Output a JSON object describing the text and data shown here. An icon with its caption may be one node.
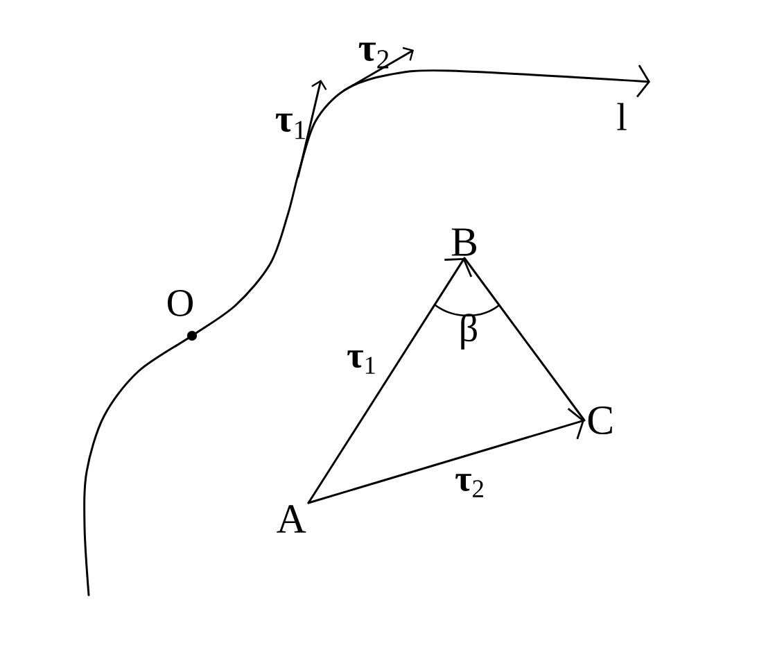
{
  "diagram": {
    "nodes": [
      {
        "text": [
          "A"
        ]
      },
      {
        "text": [
          "B"
        ]
      },
      {
        "text": [
          "C"
        ]
      }
    ],
    "edges": [
      {
        "from": 0,
        "to": 1,
        "arrow": "to",
        "label": "**τ**$_{1}$"
      },
      {
        "from": 0,
        "to": 2,
        "arrow": "to",
        "label": "**τ**$_{2}$"
      },
      {
        "from": 1,
        "to": 2,
        "arrow": "none"
      }
    ],
    "labels": [
      "**τ**$_{2}$",
      "l",
      "**τ**$_{1}$",
      "O",
      "β"
    ]
  }
}
